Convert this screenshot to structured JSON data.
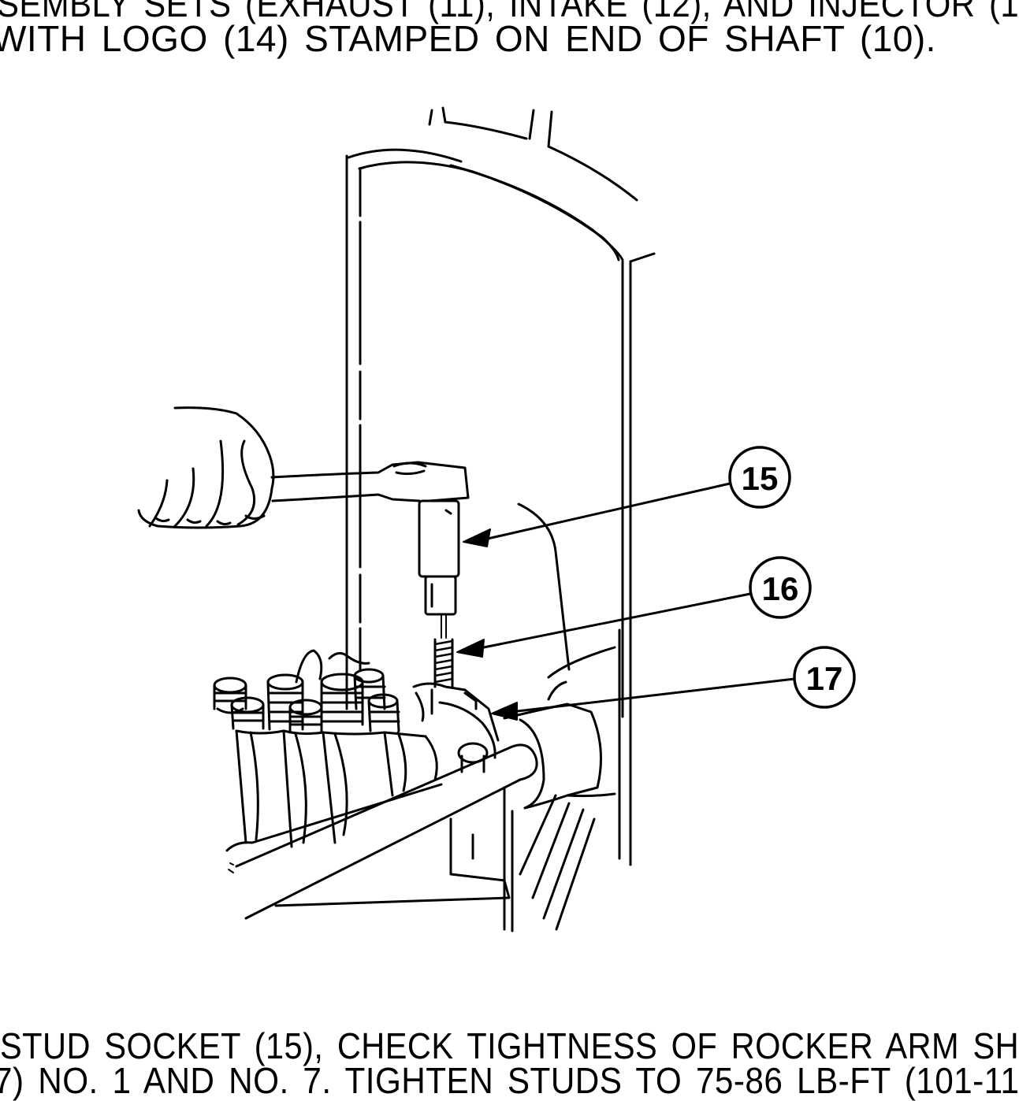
{
  "instructions": {
    "top_line_1": "SEMBLY SETS (EXHAUST (11), INTAKE (12), AND INJECTOR (1",
    "top_line_2": "WITH LOGO (14) STAMPED ON END OF SHAFT (10).",
    "bottom_line_1": "STUD SOCKET (15), CHECK TIGHTNESS OF ROCKER ARM SH",
    "bottom_line_2": "7) NO. 1 AND NO. 7. TIGHTEN STUDS TO 75-86 LB-FT (101-11"
  },
  "figure": {
    "callouts": [
      {
        "id": "callout-15",
        "label": "15",
        "target": "stud socket"
      },
      {
        "id": "callout-16",
        "label": "16",
        "target": "stud"
      },
      {
        "id": "callout-17",
        "label": "17",
        "target": "rocker arm shaft bracket"
      }
    ],
    "icons": [
      "ratchet-wrench-icon",
      "hand-icon",
      "rocker-arm-assembly-icon"
    ]
  },
  "colors": {
    "ink": "#000000",
    "paper": "#ffffff"
  }
}
